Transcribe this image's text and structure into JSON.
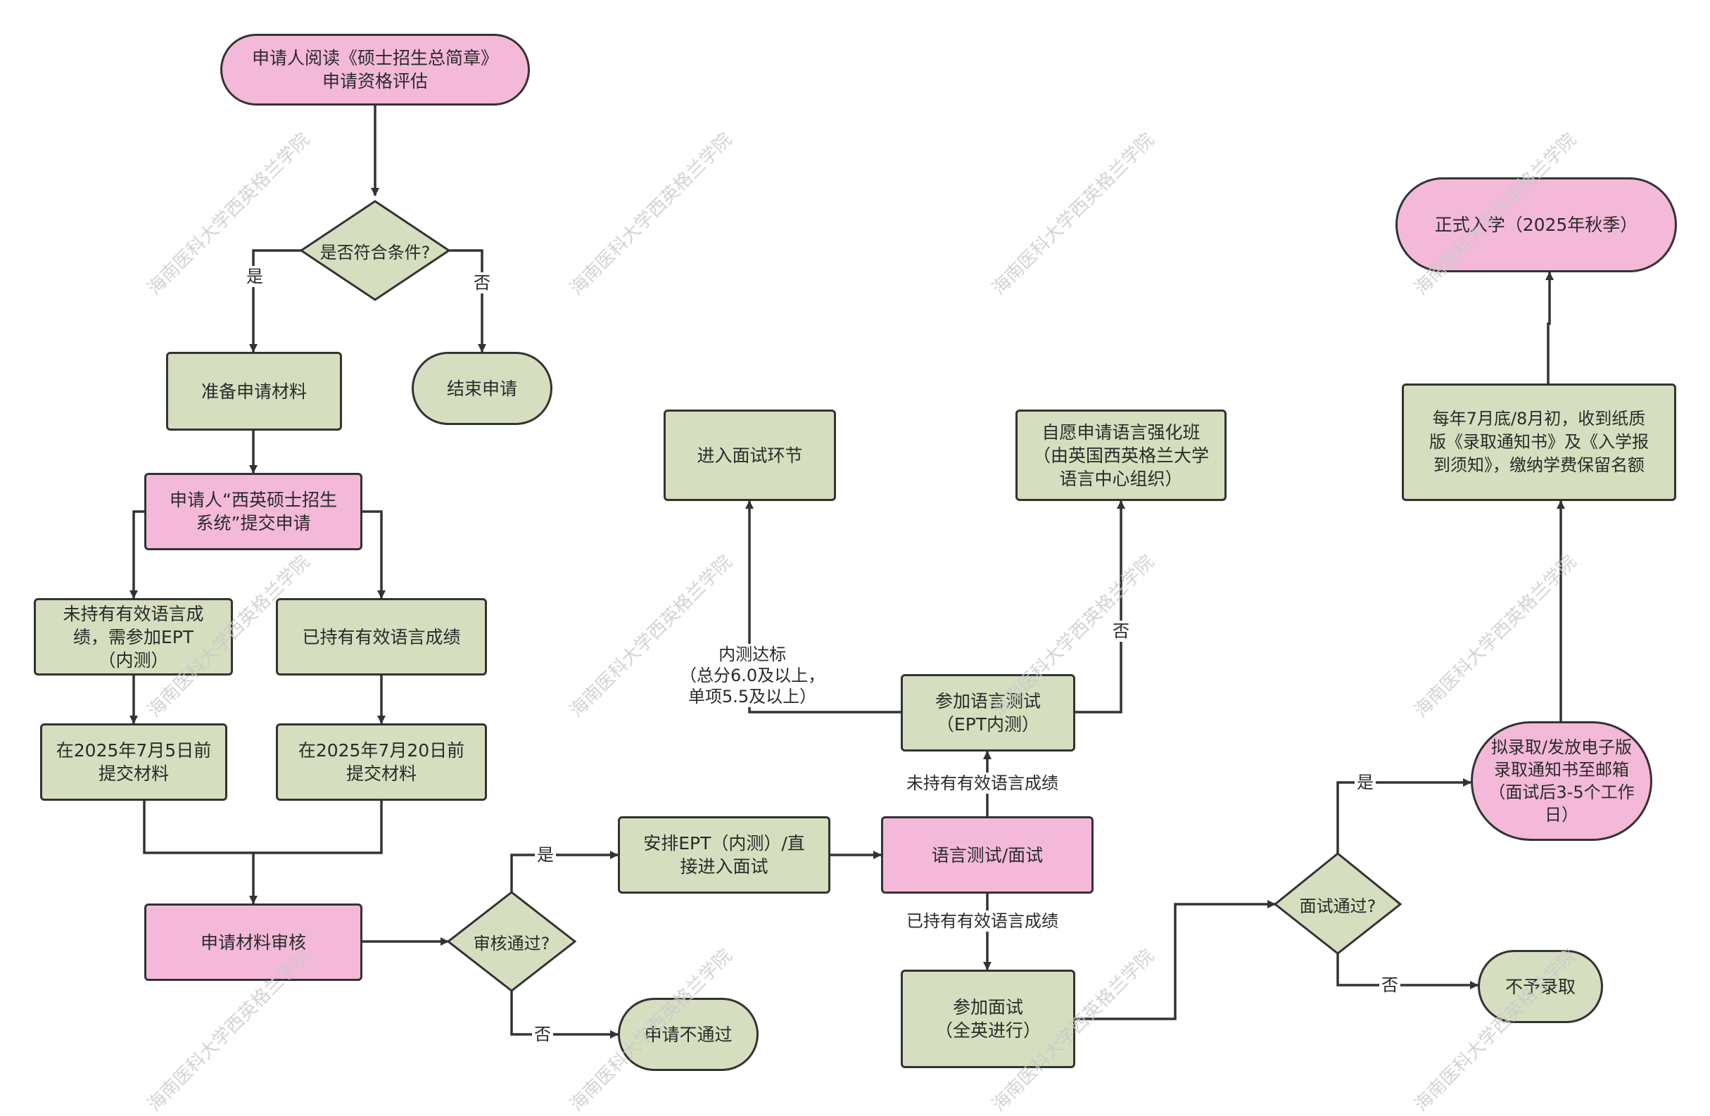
{
  "nodes": {
    "start": "申请人阅读《硕士招生总简章》\n申请资格评估",
    "decision_eligible": "是否符合条件?",
    "prepare": "准备申请材料",
    "end_apply": "结束申请",
    "submit": "申请人“西英硕士招生\n系统”提交申请",
    "no_score": "未持有有效语言成\n绩，需参加EPT\n（内测）",
    "has_score": "已持有有效语言成绩",
    "deadline1": "在2025年7月5日前\n提交材料",
    "deadline2": "在2025年7月20日前\n提交材料",
    "review": "申请材料审核",
    "decision_review": "审核通过?",
    "arrange": "安排EPT（内测）/直\n接进入面试",
    "reject": "申请不通过",
    "lang_interview": "语言测试/面试",
    "ept": "参加语言测试\n（EPT内测）",
    "interview_stage": "进入面试环节",
    "lang_class": "自愿申请语言强化班\n（由英国西英格兰大学\n语言中心组织）",
    "interview": "参加面试\n（全英进行）",
    "decision_interview": "面试通过?",
    "offer_email": "拟录取/发放电子版\n录取通知书至邮箱\n（面试后3-5个工作\n日）",
    "no_admit": "不予录取",
    "paper_offer": "每年7月底/8月初，收到纸质\n版《录取通知书》及《入学报\n到须知》，缴纳学费保留名额",
    "enroll": "正式入学（2025年秋季）"
  },
  "edge_labels": {
    "yes1": "是",
    "no1": "否",
    "yes2": "是",
    "no2": "否",
    "no_valid": "未持有有效语言成绩",
    "has_valid": "已持有有效语言成绩",
    "ept_pass": "内测达标\n（总分6.0及以上，\n单项5.5及以上）",
    "ept_fail": "否",
    "yes3": "是",
    "no3": "否"
  },
  "watermark": "海南医科大学西英格兰学院",
  "colors": {
    "green_fill": "#d5dfbf",
    "pink_fill": "#f4b9d9",
    "stroke": "#333333",
    "watermark": "#c9c9c9"
  }
}
